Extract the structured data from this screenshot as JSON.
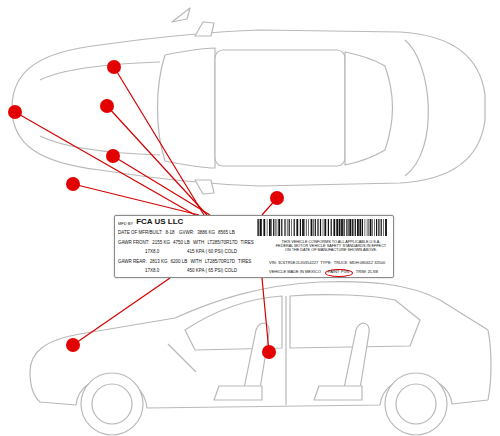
{
  "diagram": {
    "nodes": [
      {
        "text": [
          "MFD BY",
          "FCA US LLC",
          "DATE OF MFR/BUILT:",
          "8-18",
          "GVWR:",
          "3886 KG",
          "8565 LB",
          "GAWR FRONT:",
          "2155 KG",
          "4750 LB",
          "WITH",
          "LT285/70R17D",
          "TIRES",
          "17X8.0",
          "415 KPA ( 60 PSI) COLD",
          "GAWR REAR:",
          "2813 KG",
          "6200 LB",
          "WITH",
          "LT285/70R17D",
          "TIRES",
          "17X8.0",
          "450 KPA ( 65 PSI) COLD",
          "THIS VEHICLE CONFORMS TO ALL APPLICABLE U.S.A. FEDERAL MOTOR VEHICLE SAFETY STANDARDS IN EFFECT ON THE DATE OF MANUFACTURE SHOWN ABOVE.",
          "VIN: 3C6TR5EJ1JG354227",
          "TYPE:",
          "TRUCK",
          "MDH:080612 32500",
          "VEHICLE MADE IN MEXICO",
          "PAINT: P5N",
          "TRIM: ZLXB"
        ]
      }
    ]
  }
}
